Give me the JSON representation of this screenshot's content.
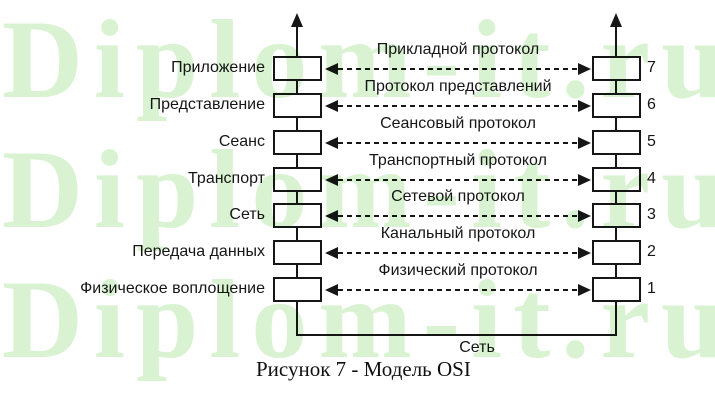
{
  "watermark": {
    "text": "Diplom-it.ru",
    "color": "#d9f3d2"
  },
  "diagram": {
    "layers": [
      {
        "name": "Приложение",
        "protocol": "Прикладной протокол",
        "number": "7"
      },
      {
        "name": "Представление",
        "protocol": "Протокол представлений",
        "number": "6"
      },
      {
        "name": "Сеанс",
        "protocol": "Сеансовый протокол",
        "number": "5"
      },
      {
        "name": "Транспорт",
        "protocol": "Транспортный протокол",
        "number": "4"
      },
      {
        "name": "Сеть",
        "protocol": "Сетевой протокол",
        "number": "3"
      },
      {
        "name": "Передача данных",
        "protocol": "Канальный протокол",
        "number": "2"
      },
      {
        "name": "Физическое воплощение",
        "protocol": "Физический протокол",
        "number": "1"
      }
    ],
    "network_label": "Сеть",
    "caption": "Рисунок 7 - Модель OSI",
    "ink_color": "#161616",
    "icons": {
      "up_arrow": "▲",
      "left_arrowhead": "◄",
      "right_arrowhead": "►"
    }
  }
}
